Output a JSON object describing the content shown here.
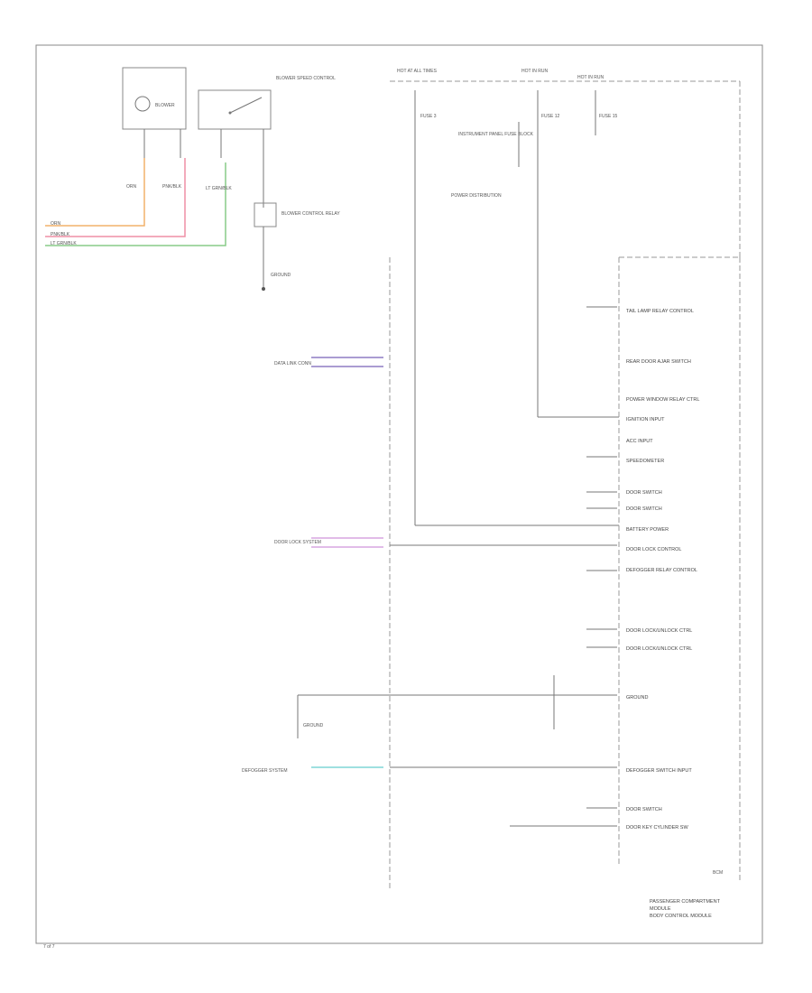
{
  "diagram": {
    "top_components": {
      "blower_label": "BLOWER",
      "switch_label": "BLOWER SPEED CONTROL",
      "relay_label": "BLOWER CONTROL RELAY",
      "ground_label": "GROUND"
    },
    "left_wires": {
      "wire_1": "ORN",
      "wire_2": "PNK/BLK",
      "wire_3": "LT GRN/BLK",
      "bottom_1": "ORN",
      "bottom_2": "PNK/BLK",
      "bottom_3": "LT GRN/BLK"
    },
    "left_inputs": {
      "input_1": "DATA LINK CONN",
      "input_2": "DOOR LOCK SYSTEM",
      "input_3": "GROUND",
      "input_4": "DEFOGGER SYSTEM"
    },
    "top_right": {
      "fuse_1": "HOT AT ALL TIMES",
      "fuse_2": "HOT IN RUN",
      "fuse_3": "HOT IN RUN",
      "label_1": "FUSE 3",
      "label_2": "FUSE 12",
      "label_3": "FUSE 15",
      "label_4": "INSTRUMENT PANEL FUSE BLOCK",
      "label_5": "POWER DISTRIBUTION"
    },
    "module_pins": [
      {
        "label": "TAIL LAMP RELAY CONTROL"
      },
      {
        "label": "REAR DOOR AJAR SWITCH"
      },
      {
        "label": "POWER WINDOW RELAY CTRL"
      },
      {
        "label": "IGNITION INPUT"
      },
      {
        "label": "ACC INPUT"
      },
      {
        "label": "SPEEDOMETER"
      },
      {
        "label": "DOOR SWITCH"
      },
      {
        "label": "DOOR SWITCH"
      },
      {
        "label": "BATTERY POWER"
      },
      {
        "label": "DOOR LOCK CONTROL"
      },
      {
        "label": "DEFOGGER RELAY CONTROL"
      },
      {
        "label": "DOOR LOCK/UNLOCK CTRL"
      },
      {
        "label": "DOOR LOCK/UNLOCK CTRL"
      },
      {
        "label": "GROUND"
      },
      {
        "label": "DEFOGGER SWITCH INPUT"
      },
      {
        "label": "DOOR SWITCH"
      },
      {
        "label": "DOOR KEY CYLINDER SW"
      }
    ],
    "module_name": "PASSENGER COMPARTMENT",
    "module_name_2": "MODULE",
    "module_subtitle": "BODY CONTROL MODULE",
    "module_ref": "BCM",
    "footer_code": "7 of 7"
  }
}
